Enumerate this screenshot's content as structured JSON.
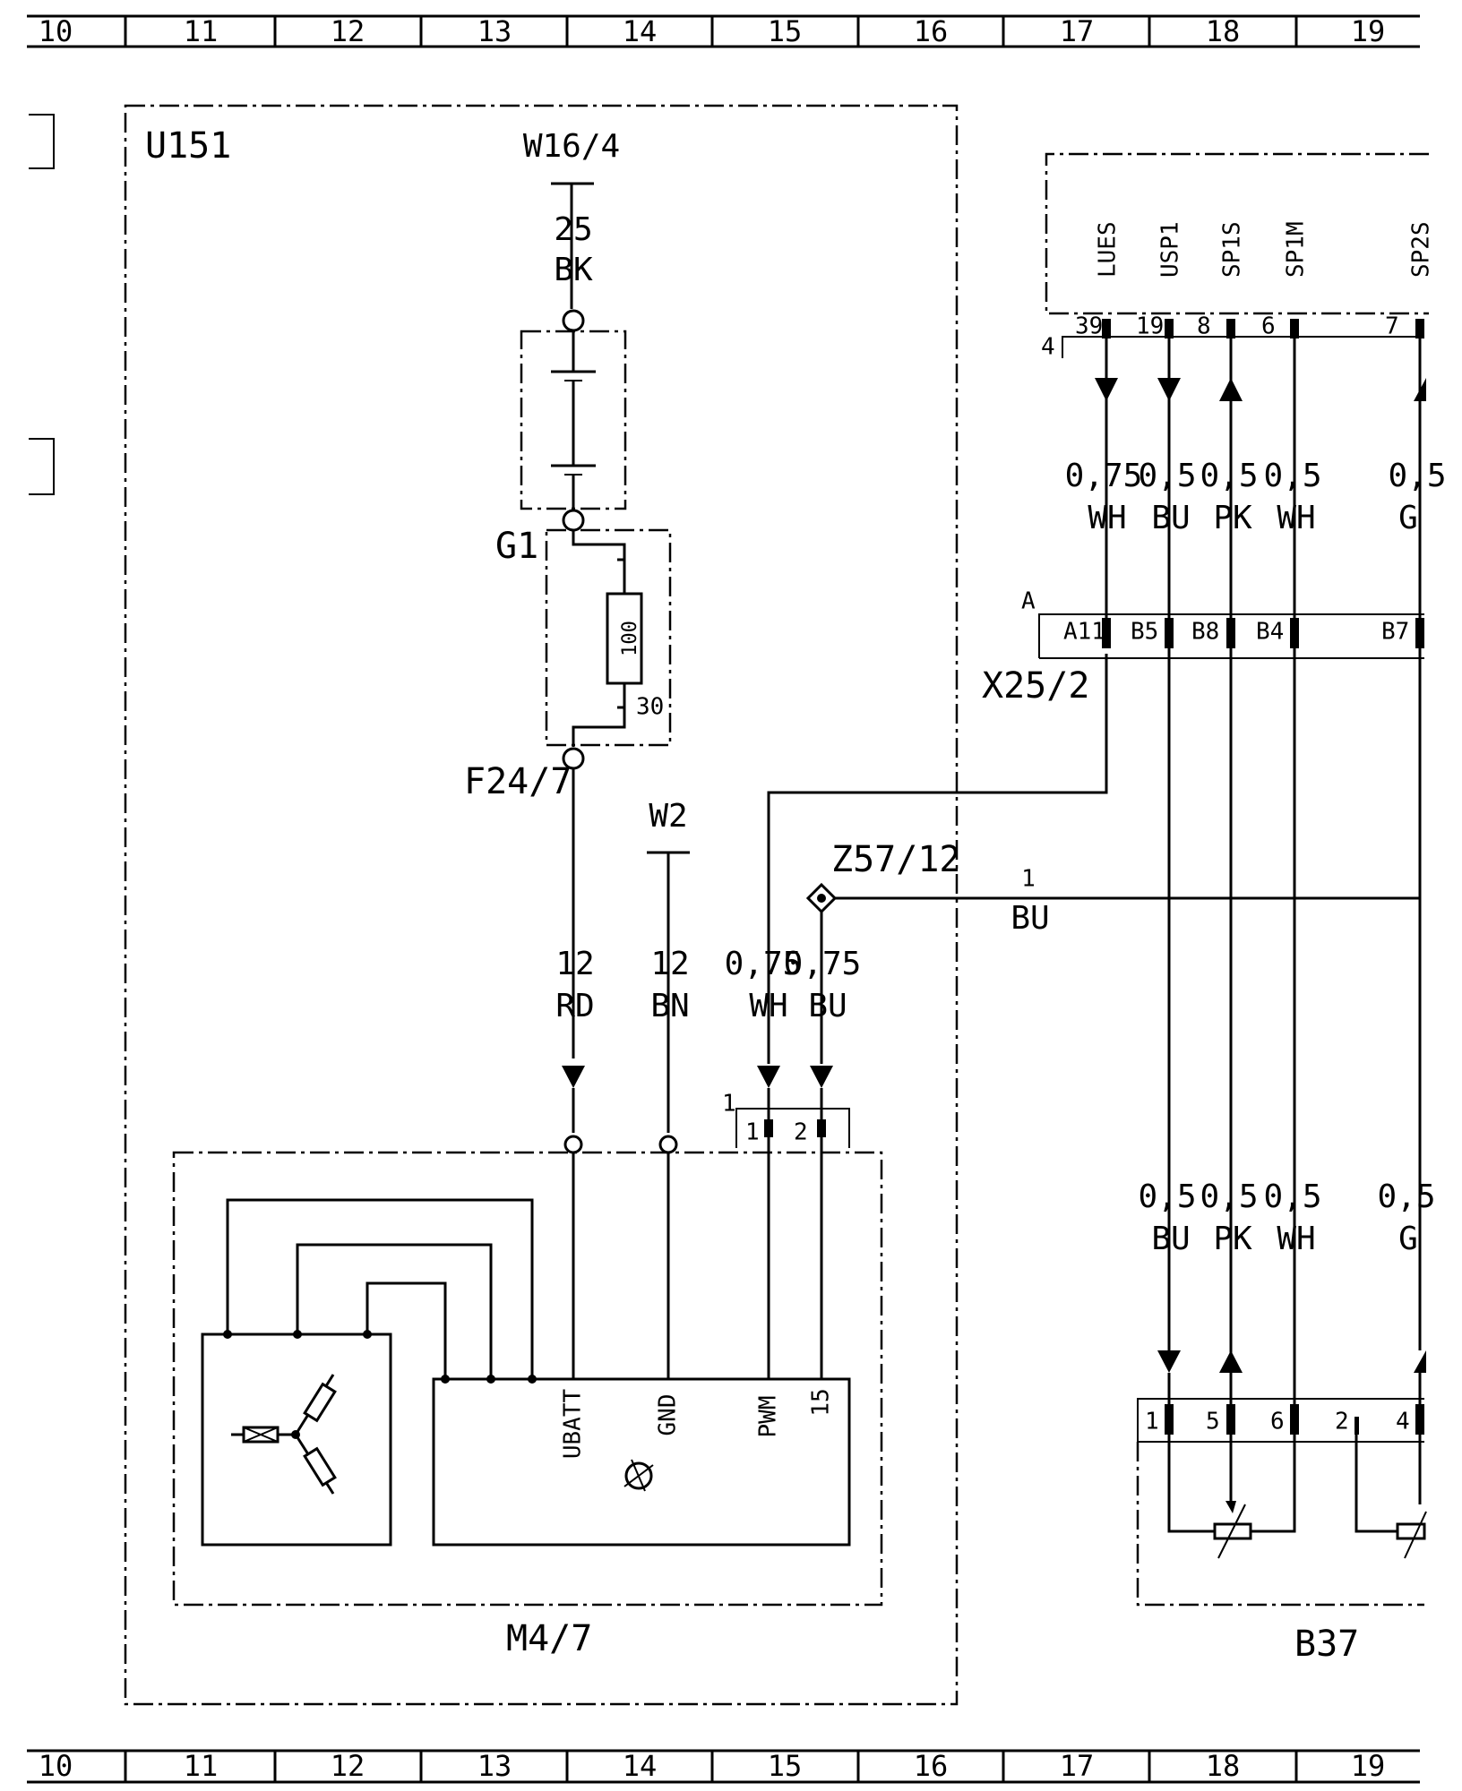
{
  "ruler": {
    "columns": [
      "10",
      "11",
      "12",
      "13",
      "14",
      "15",
      "16",
      "17",
      "18",
      "19"
    ]
  },
  "u151": {
    "label": "U151"
  },
  "w16_4": {
    "label": "W16/4",
    "gauge": "25",
    "color": "BK"
  },
  "g1": {
    "label": "G1"
  },
  "fuse": {
    "rating": "100",
    "terminal": "30"
  },
  "f24_7": {
    "label": "F24/7"
  },
  "w2": {
    "label": "W2"
  },
  "z57_12": {
    "label": "Z57/12",
    "pin": "1",
    "color": "BU"
  },
  "wires_m47": [
    {
      "gauge": "12",
      "color": "RD"
    },
    {
      "gauge": "12",
      "color": "BN"
    },
    {
      "gauge": "0,75",
      "color": "WH"
    },
    {
      "gauge": "0,75",
      "color": "BU"
    }
  ],
  "m47_connector": {
    "label": "1",
    "pins": [
      "1",
      "2"
    ]
  },
  "m47": {
    "label": "M4/7",
    "terminals": [
      "UBATT",
      "GND",
      "PWM",
      "15"
    ]
  },
  "control_unit": {
    "connector": "4",
    "signals": [
      "LUES",
      "USP1",
      "SP1S",
      "SP1M",
      "SP2S"
    ],
    "pins": [
      "39",
      "19",
      "8",
      "6",
      "7"
    ]
  },
  "upper_wires": [
    {
      "gauge": "0,75",
      "color": "WH"
    },
    {
      "gauge": "0,5",
      "color": "BU"
    },
    {
      "gauge": "0,5",
      "color": "PK"
    },
    {
      "gauge": "0,5",
      "color": "WH"
    },
    {
      "gauge": "0,5",
      "color": "G"
    }
  ],
  "x25_2": {
    "label": "X25/2",
    "connector": "A",
    "pins": [
      "A11",
      "B5",
      "B8",
      "B4",
      "B7"
    ]
  },
  "lower_wires": [
    {
      "gauge": "0,5",
      "color": "BU"
    },
    {
      "gauge": "0,5",
      "color": "PK"
    },
    {
      "gauge": "0,5",
      "color": "WH"
    },
    {
      "gauge": "0,5",
      "color": "G"
    }
  ],
  "b37": {
    "label": "B37",
    "pins": [
      "1",
      "5",
      "6",
      "2",
      "4"
    ]
  }
}
